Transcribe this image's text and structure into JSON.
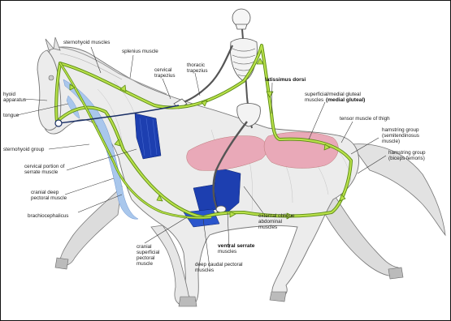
{
  "labels": {
    "sternohyoid_muscles": "sternohyoid muscles",
    "splenius_muscle": "splenius muscle",
    "cervical_trapezius_1": "cervical",
    "cervical_trapezius_2": "trapezius",
    "thoracic_trapezius_1": "thoracic",
    "thoracic_trapezius_2": "trapezius",
    "latissimus_dorsi": "latissimus dorsi",
    "hyoid_apparatus_1": "hyoid",
    "hyoid_apparatus_2": "apparatus",
    "tongue": "tongue",
    "sternohyoid_group": "sternohyoid group",
    "cervical_serrate_1": "cervical portion of",
    "cervical_serrate_2": "serrate muscle",
    "cranial_deep_pectoral_1": "cranial deep",
    "cranial_deep_pectoral_2": "pectoral muscle",
    "brachiocephalicus": "brachiocephalicus",
    "superficial_gluteal_1": "superficial/medial gluteal",
    "superficial_gluteal_2a": "muscles",
    "superficial_gluteal_2b": "(medial gluteal)",
    "tensor_fascia": "tensor muscle of thigh",
    "hamstring_1": "hamstring group",
    "hamstring_2": "(semitendinosus",
    "hamstring_3": "muscle)",
    "hamstring_biceps_1": "hamstring group",
    "hamstring_biceps_2": "(biceps femoris)",
    "ext_oblique_1": "external oblique",
    "ext_oblique_2": "abdominal",
    "ext_oblique_3": "muscles",
    "ventral_serrate_1": "ventral serrate",
    "ventral_serrate_2": "muscles",
    "deep_caudal_pectoral": "deep caudal pectoral",
    "deep_caudal_pectoral_2": "muscles",
    "cranial_superficial_1": "cranial",
    "cranial_superficial_2": "superficial",
    "cranial_superficial_3": "pectoral",
    "cranial_superficial_4": "muscle"
  },
  "colors": {
    "horse_fill": "#ececec",
    "horse_stroke": "#777777",
    "muscle_line": "#9ccc2e",
    "muscle_line_dark": "#5a8a12",
    "blue_muscle": "#1d3fb0",
    "light_blue": "#a9c7ec",
    "pink_muscle": "#e9a9b8"
  }
}
